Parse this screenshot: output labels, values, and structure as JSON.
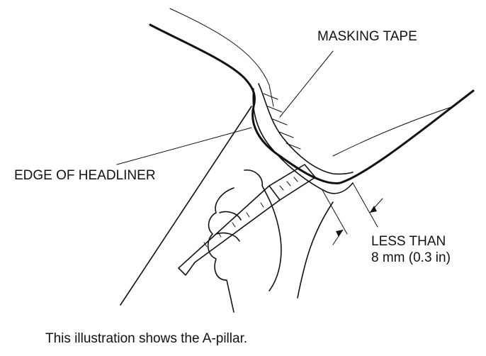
{
  "labels": {
    "masking_tape": "MASKING TAPE",
    "edge_of_headliner": "EDGE OF HEADLINER",
    "less_than_line1": "LESS THAN",
    "less_than_line2": "8 mm (0.3 in)"
  },
  "caption": "This illustration shows the A-pillar."
}
